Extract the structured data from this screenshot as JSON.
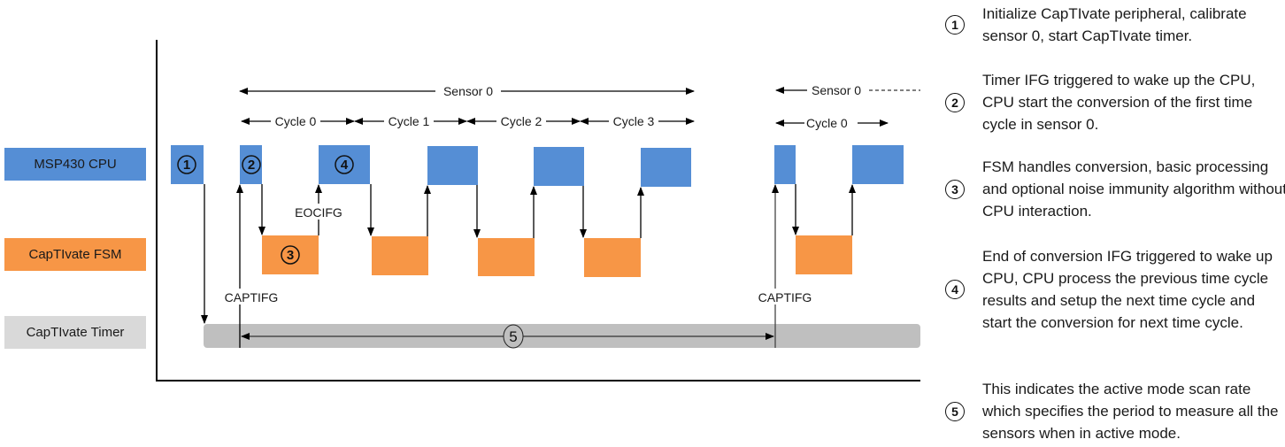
{
  "rows": {
    "cpu": {
      "label": "MSP430 CPU",
      "color": "#558ed5"
    },
    "fsm": {
      "label": "CapTIvate FSM",
      "color": "#f79646"
    },
    "timer": {
      "label": "CapTIvate Timer",
      "color": "#d9d9d9"
    }
  },
  "timer_bar_color": "#bfbfbf",
  "spans": {
    "sensor_main": "Sensor 0",
    "sensor_next": "Sensor 0",
    "cycles": [
      "Cycle 0",
      "Cycle 1",
      "Cycle 2",
      "Cycle 3"
    ],
    "cycle_next": "Cycle 0"
  },
  "signals": {
    "captifg_1": "CAPTIFG",
    "captifg_2": "CAPTIFG",
    "eocifg": "EOCIFG"
  },
  "markers": {
    "m1": "1",
    "m2": "2",
    "m3": "3",
    "m4": "4",
    "m5": "5"
  },
  "legend": [
    {
      "num": "1",
      "text": "Initialize CapTIvate peripheral, calibrate sensor 0, start CapTIvate timer."
    },
    {
      "num": "2",
      "text": "Timer IFG triggered to wake up the CPU, CPU start the conversion of the first time cycle in sensor 0."
    },
    {
      "num": "3",
      "text": "FSM handles conversion, basic processing and optional noise immunity algorithm without CPU interaction."
    },
    {
      "num": "4",
      "text": "End of conversion IFG triggered to wake up CPU, CPU process the previous time cycle results and setup the next time cycle and start the conversion for next time cycle."
    },
    {
      "num": "5",
      "text": "This indicates the active mode scan rate which specifies the period to measure all the sensors when in active mode."
    }
  ]
}
